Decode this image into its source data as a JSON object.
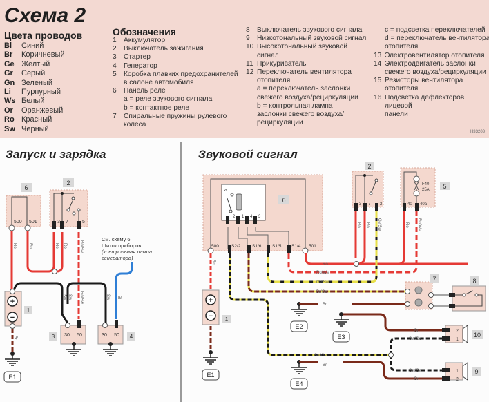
{
  "title": "Схема 2",
  "wire_colors": {
    "heading": "Цвета проводов",
    "items": [
      {
        "code": "Bl",
        "name": "Синий"
      },
      {
        "code": "Br",
        "name": "Коричневый"
      },
      {
        "code": "Ge",
        "name": "Желтый"
      },
      {
        "code": "Gr",
        "name": "Серый"
      },
      {
        "code": "Gn",
        "name": "Зеленый"
      },
      {
        "code": "Li",
        "name": "Пурпурный"
      },
      {
        "code": "Ws",
        "name": "Белый"
      },
      {
        "code": "Or",
        "name": "Оранжевый"
      },
      {
        "code": "Ro",
        "name": "Красный"
      },
      {
        "code": "Sw",
        "name": "Черный"
      }
    ]
  },
  "legend": {
    "heading": "Обозначения",
    "col1": [
      {
        "num": "1",
        "text": "Аккумулятор"
      },
      {
        "num": "2",
        "text": "Выключатель зажигания"
      },
      {
        "num": "3",
        "text": "Стартер"
      },
      {
        "num": "4",
        "text": "Генератор"
      },
      {
        "num": "5",
        "text": "Коробка плавких предохранителей"
      },
      {
        "num": "",
        "text": "в салоне автомобиля"
      },
      {
        "num": "6",
        "text": "Панель реле"
      },
      {
        "num": "",
        "text": "a = реле звукового сигнала"
      },
      {
        "num": "",
        "text": "b = контактное реле"
      },
      {
        "num": "7",
        "text": "Спиральные пружины рулевого"
      },
      {
        "num": "",
        "text": "колеса"
      }
    ],
    "col2": [
      {
        "num": "8",
        "text": "Выключатель звукового сигнала"
      },
      {
        "num": "9",
        "text": "Низкотональный звуковой сигнал"
      },
      {
        "num": "10",
        "text": "Высокотональный звуковой"
      },
      {
        "num": "",
        "text": "сигнал"
      },
      {
        "num": "11",
        "text": "Прикуриватель"
      },
      {
        "num": "12",
        "text": "Переключатель вентилятора"
      },
      {
        "num": "",
        "text": "отопителя"
      },
      {
        "num": "",
        "text": "a = переключатель заслонки"
      },
      {
        "num": "",
        "text": "свежего воздуха/рециркуляции"
      },
      {
        "num": "",
        "text": "b = контрольная лампа"
      },
      {
        "num": "",
        "text": "заслонки свежего воздуха/"
      },
      {
        "num": "",
        "text": "рециркуляции"
      }
    ],
    "col3": [
      {
        "num": "",
        "text": "c = подсветка переключателей"
      },
      {
        "num": "",
        "text": "d = переключатель вентилятора"
      },
      {
        "num": "",
        "text": "отопителя"
      },
      {
        "num": "13",
        "text": "Электровентилятор отопителя"
      },
      {
        "num": "14",
        "text": "Электродвигатель заслонки"
      },
      {
        "num": "",
        "text": "свежего воздуха/рециркуляции"
      },
      {
        "num": "15",
        "text": "Резисторы вентилятора"
      },
      {
        "num": "",
        "text": "отопителя"
      },
      {
        "num": "16",
        "text": "Подсветка дефлекторов лицевой"
      },
      {
        "num": "",
        "text": "панели"
      }
    ]
  },
  "code_id": "H33203",
  "section_left": {
    "title": "Запуск и зарядка",
    "note": [
      "См. схему 6",
      "Щиток приборов",
      "(контрольная лампа",
      "генератора)"
    ],
    "labels": {
      "c6": "6",
      "c2": "2",
      "c1": "1",
      "c3": "3",
      "c4": "4",
      "p500": "500",
      "p501": "501",
      "p3": "3",
      "p7": "7",
      "p5": "5",
      "s30a": "30",
      "s50a": "50",
      "g30": "30",
      "g50": "50",
      "w_ro1": "Ro",
      "w_ro2": "Ro",
      "w_ro3": "Ro",
      "w_ro4": "Ro",
      "w_rosw": "Ro/Sw",
      "w_rosw2": "Ro/Sw",
      "w_sw1": "Sw",
      "w_sw2": "Sw",
      "w_sw3": "Sw",
      "w_bl": "Bl",
      "w_br": "Br",
      "e1": "E1",
      "plus": "+",
      "minus": "−"
    }
  },
  "section_right": {
    "title": "Звуковой сигнал",
    "labels": {
      "c6": "6",
      "c2": "2",
      "c5": "5",
      "c7": "7",
      "c8": "8",
      "c1": "1",
      "c9": "9",
      "c10": "10",
      "relay_a": "a",
      "r2": "2",
      "r1": "1",
      "r4": "4",
      "r3": "3",
      "p500": "500",
      "p_s22": "S2/2",
      "p_s16": "S1/6",
      "p_s15": "S1/5",
      "p_s14": "S1/4",
      "p501": "501",
      "i3": "3",
      "i7": "7",
      "i2": "2",
      "f40": "40",
      "f40a": "40a",
      "fuse": "F40",
      "fuse_a": "25A",
      "w_ro": "Ro",
      "w_rows": "Ro/Ws",
      "w_gesw": "Ge/Sw",
      "w_brge": "Br/Ge",
      "w_br": "Br",
      "w_swge": "Sw/Ge",
      "w_br2": "Br",
      "w_ro_i1": "Ro",
      "w_ro_i2": "Ro",
      "w_gesw_i": "Ge/Sw",
      "w_ro_f": "Ro",
      "w_rows_f": "Ro/Ws",
      "w_br_b": "Br",
      "w_ro_b": "Ro",
      "h10_2": "2",
      "h10_1": "1",
      "h9_1": "1",
      "h9_2": "2",
      "h10_br": "Br",
      "h10_swge": "Sw/Ge",
      "h9_swge": "Sw/Ge",
      "h9_br": "Br",
      "e1": "E1",
      "e2": "E2",
      "e3": "E3",
      "e4": "E4",
      "plus": "+",
      "minus": "−"
    }
  },
  "wire_palette": {
    "Ro": "#e53a35",
    "Sw": "#1a1a1a",
    "Bl": "#2f7fd6",
    "Br": "#7a2a1a",
    "Ge": "#e8e04a",
    "Ws": "#ffffff"
  }
}
